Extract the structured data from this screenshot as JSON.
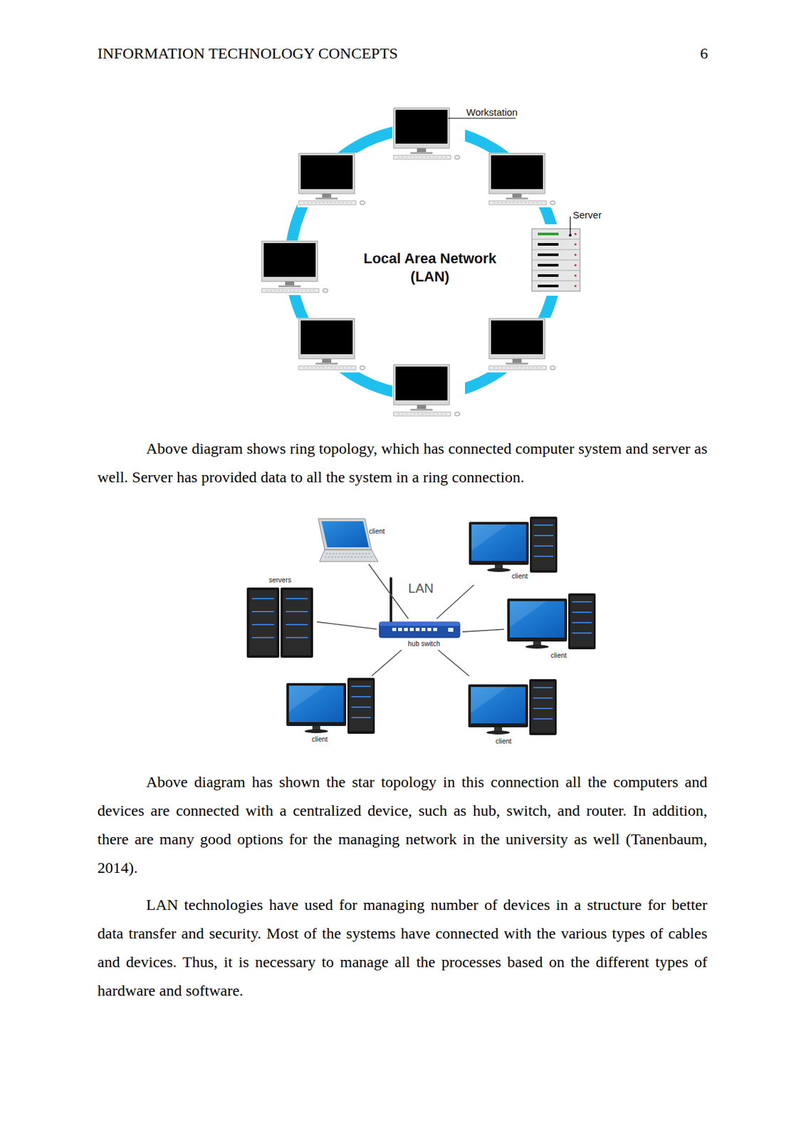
{
  "diagram": {
    "nodes": [
      {
        "text": [
          "Workstation"
        ]
      },
      {
        "text": [
          "Server"
        ]
      },
      {
        "text": [
          "client"
        ]
      },
      {
        "text": [
          "client"
        ]
      },
      {
        "text": [
          "servers"
        ]
      },
      {
        "text": [
          "hub switch"
        ]
      },
      {
        "text": [
          "client"
        ]
      },
      {
        "text": [
          "client"
        ]
      },
      {
        "text": [
          "client"
        ]
      }
    ],
    "edges": [
      {
        "from": 5,
        "to": 2,
        "arrow": "none"
      },
      {
        "from": 5,
        "to": 3,
        "arrow": "none"
      },
      {
        "from": 5,
        "to": 4,
        "arrow": "none"
      },
      {
        "from": 5,
        "to": 6,
        "arrow": "none"
      },
      {
        "from": 5,
        "to": 7,
        "arrow": "none"
      },
      {
        "from": 5,
        "to": 8,
        "arrow": "none"
      }
    ],
    "labels": [
      "INFORMATION TECHNOLOGY CONCEPTS",
      "6",
      "Local Area Network (LAN)",
      "Above diagram shows ring topology, which has connected computer system and server as well. Server has provided data to all the system in a ring connection.",
      "LAN",
      "Above diagram has shown the star topology in this connection all the computers and devices are connected with a centralized device, such as hub, switch, and router. In addition, there are many good options for the managing network in the university as well (Tanenbaum, 2014).",
      "LAN technologies have used for managing number of devices in a structure for better data transfer and security. Most of the systems have connected with the various types of cables and devices. Thus, it is necessary to manage all the processes based on the different types of hardware and software."
    ]
  }
}
